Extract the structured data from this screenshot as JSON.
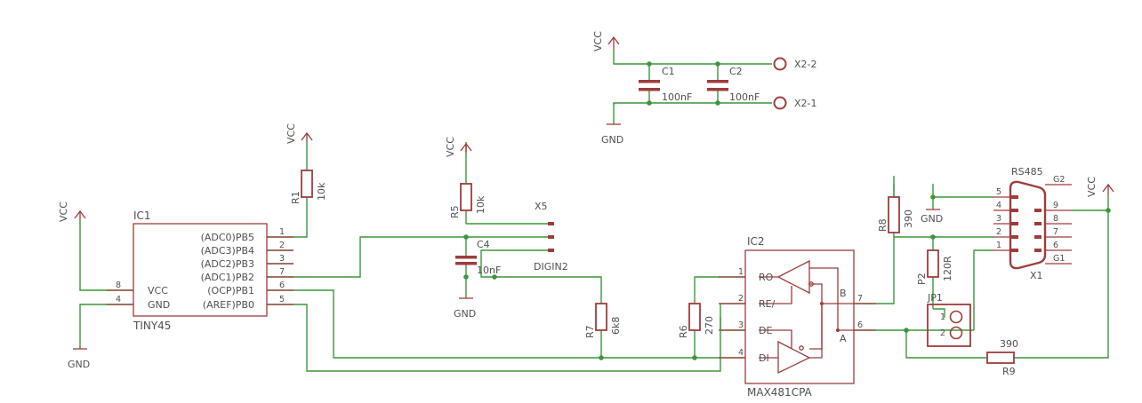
{
  "supply": {
    "vcc": "VCC",
    "gnd": "GND"
  },
  "ic1": {
    "name": "IC1",
    "value": "TINY45",
    "pins_left": [
      {
        "num": "8",
        "name": "VCC"
      },
      {
        "num": "4",
        "name": "GND"
      }
    ],
    "pins_right": [
      {
        "num": "1",
        "name": "(ADC0)PB5"
      },
      {
        "num": "2",
        "name": "(ADC3)PB4"
      },
      {
        "num": "3",
        "name": "(ADC2)PB3"
      },
      {
        "num": "7",
        "name": "(ADC1)PB2"
      },
      {
        "num": "6",
        "name": "(OCP)PB1"
      },
      {
        "num": "5",
        "name": "(AREF)PB0"
      }
    ]
  },
  "ic2": {
    "name": "IC2",
    "value": "MAX481CPA",
    "pins_left": [
      {
        "num": "1",
        "name": "RO"
      },
      {
        "num": "2",
        "name": "RE/"
      },
      {
        "num": "3",
        "name": "DE"
      },
      {
        "num": "4",
        "name": "DI"
      }
    ],
    "pins_right": [
      {
        "num": "7",
        "name": "B"
      },
      {
        "num": "6",
        "name": "A"
      }
    ]
  },
  "resistors": {
    "r1": {
      "name": "R1",
      "value": "10k"
    },
    "r5": {
      "name": "R5",
      "value": "10k"
    },
    "r6": {
      "name": "R6",
      "value": "270"
    },
    "r7": {
      "name": "R7",
      "value": "6k8"
    },
    "r8": {
      "name": "R8",
      "value": "390"
    },
    "r9": {
      "name": "R9",
      "value": "390"
    },
    "p2": {
      "name": "P2",
      "value": "120R"
    }
  },
  "capacitors": {
    "c1": {
      "name": "C1",
      "value": "100nF"
    },
    "c2": {
      "name": "C2",
      "value": "100nF"
    },
    "c4": {
      "name": "C4",
      "value": "10nF"
    }
  },
  "connectors": {
    "x2_2": "X2-2",
    "x2_1": "X2-1",
    "x5": "X5",
    "digin": "DIGIN2",
    "jp1": {
      "name": "JP1",
      "pin1": "1",
      "pin2": "2"
    },
    "x1": {
      "name": "X1",
      "value": "RS485",
      "pins_left": [
        "5",
        "4",
        "3",
        "2",
        "1"
      ],
      "pins_right": [
        "9",
        "8",
        "7",
        "6"
      ],
      "shield_top": "G2",
      "shield_bottom": "G1"
    }
  }
}
